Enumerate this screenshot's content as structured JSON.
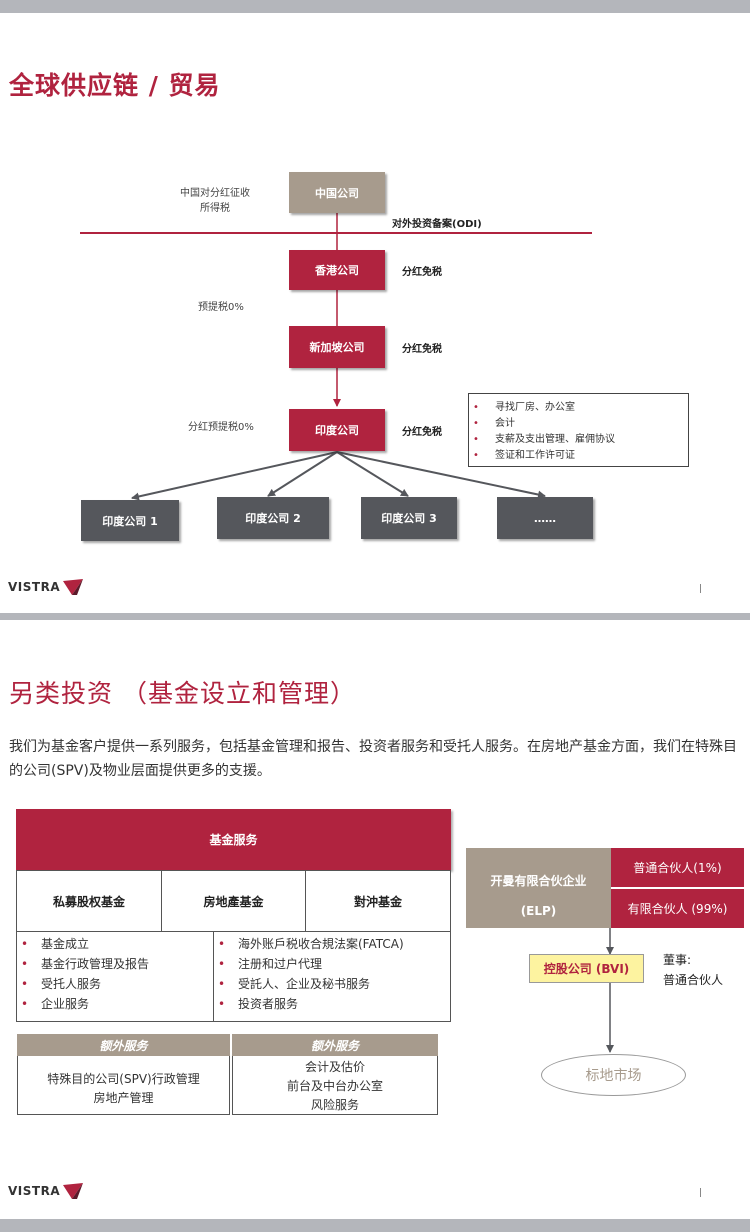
{
  "slide1": {
    "title": "全球供应链 / 贸易",
    "cn_tax_label": [
      "中国对分红征收",
      "所得税"
    ],
    "odi_label": "对外投资备案(ODI)",
    "withholding_label": "预提税0%",
    "dividend_withholding_label": "分红预提税0%",
    "exempt_label": "分红免税",
    "boxes": {
      "china": "中国公司",
      "hk": "香港公司",
      "sg": "新加坡公司",
      "india": "印度公司"
    },
    "india_services": [
      "寻找厂房、办公室",
      "会计",
      "支薪及支出管理、雇佣协议",
      "签证和工作许可证"
    ],
    "subsidiaries": [
      "印度公司 1",
      "印度公司 2",
      "印度公司 3",
      "……"
    ],
    "logo": "VISTRA"
  },
  "slide2": {
    "title": "另类投资 （基金设立和管理）",
    "paragraph": "我们为基金客户提供一系列服务，包括基金管理和报告、投资者服务和受托人服务。在房地产基金方面，我们在特殊目的公司(SPV)及物业层面提供更多的支援。",
    "fund_services": "基金服务",
    "fund_types": [
      "私募股权基金",
      "房地產基金",
      "對沖基金"
    ],
    "left_list": [
      "基金成立",
      "基金行政管理及报告",
      "受托人服务",
      "企业服务"
    ],
    "right_list": [
      "海外账戶税收合規法案(FATCA)",
      "注册和过户代理",
      "受託人、企业及秘书服务",
      "投资者服务"
    ],
    "extra_header": "额外服务",
    "extra_left": [
      "特殊目的公司(SPV)行政管理",
      "房地产管理"
    ],
    "extra_right": [
      "会计及估价",
      "前台及中台办公室",
      "风险服务"
    ],
    "elp_name": "开曼有限合伙企业",
    "elp_abbr": "(ELP)",
    "gp": "普通合伙人(1%)",
    "lp": "有限合伙人 (99%)",
    "holding": "控股公司 (BVI)",
    "director": [
      "董事:",
      "普通合伙人"
    ],
    "target": "标地市场",
    "logo": "VISTRA"
  },
  "colors": {
    "brand": "#b0233f",
    "tan": "#a79b8d",
    "dark": "#55575c",
    "yellow": "#fdf3a0"
  }
}
